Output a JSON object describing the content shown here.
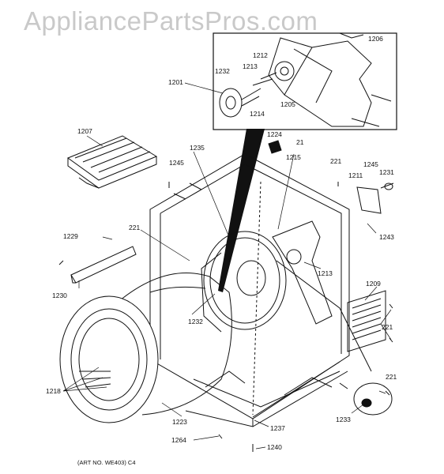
{
  "watermark": "AppliancePartsPros.com",
  "art_number": "(ART NO. WE403) C4",
  "callouts": {
    "c1206": "1206",
    "c1212": "1212",
    "c1213a": "1213",
    "c1232a": "1232",
    "c1201": "1201",
    "c1214": "1214",
    "c1205": "1205",
    "c1207": "1207",
    "c1224": "1224",
    "c21": "21",
    "c1235": "1235",
    "c1215": "1215",
    "c1245a": "1245",
    "c221a": "221",
    "c1245b": "1245",
    "c1211": "1211",
    "c1231": "1231",
    "c1229": "1229",
    "c221b": "221",
    "c1243": "1243",
    "c1213b": "1213",
    "c1230": "1230",
    "c1209": "1209",
    "c1232b": "1232",
    "c221c": "221",
    "c221d": "221",
    "c1218": "1218",
    "c1223": "1223",
    "c1233": "1233",
    "c1237": "1237",
    "c1264": "1264",
    "c1240": "1240"
  }
}
